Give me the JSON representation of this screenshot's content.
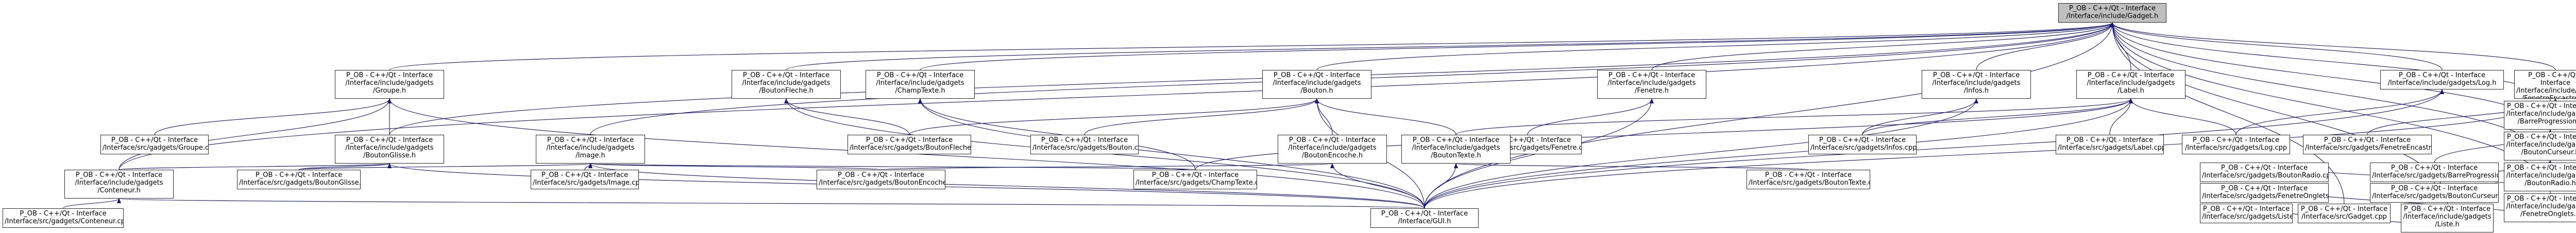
{
  "colors": {
    "edge": "#191970",
    "node_border": "#2b2b2b",
    "root_fill": "#bfbfbf",
    "node_fill": "#ffffff"
  },
  "nodes": [
    {
      "id": "gadget_h",
      "label": "P_OB - C++/Qt - Interface\n/Interface/include/Gadget.h",
      "root": true
    },
    {
      "id": "groupe_h",
      "label": "P_OB - C++/Qt - Interface\n/Interface/include/gadgets\n/Groupe.h"
    },
    {
      "id": "boutonfleche_h",
      "label": "P_OB - C++/Qt - Interface\n/Interface/include/gadgets\n/BoutonFleche.h"
    },
    {
      "id": "champtexte_h",
      "label": "P_OB - C++/Qt - Interface\n/Interface/include/gadgets\n/ChampTexte.h"
    },
    {
      "id": "bouton_h",
      "label": "P_OB - C++/Qt - Interface\n/Interface/include/gadgets\n/Bouton.h"
    },
    {
      "id": "fenetre_h",
      "label": "P_OB - C++/Qt - Interface\n/Interface/include/gadgets\n/Fenetre.h"
    },
    {
      "id": "infos_h",
      "label": "P_OB - C++/Qt - Interface\n/Interface/include/gadgets\n/Infos.h"
    },
    {
      "id": "label_h",
      "label": "P_OB - C++/Qt - Interface\n/Interface/include/gadgets\n/Label.h"
    },
    {
      "id": "log_h",
      "label": "P_OB - C++/Qt - Interface\n/Interface/include/gadgets/Log.h"
    },
    {
      "id": "fenetreencastree_h",
      "label": "P_OB - C++/Qt - Interface\n/Interface/include/gadgets\n/FenetreEncastree.h"
    },
    {
      "id": "barreprogression_h",
      "label": "P_OB - C++/Qt - Interface\n/Interface/include/gadgets\n/BarreProgression.h"
    },
    {
      "id": "boutoncurseur_h",
      "label": "P_OB - C++/Qt - Interface\n/Interface/include/gadgets\n/BoutonCurseur.h"
    },
    {
      "id": "boutonradio_h",
      "label": "P_OB - C++/Qt - Interface\n/Interface/include/gadgets\n/BoutonRadio.h"
    },
    {
      "id": "fenetreonglets_h",
      "label": "P_OB - C++/Qt - Interface\n/Interface/include/gadgets\n/FenetreOnglets.h"
    },
    {
      "id": "liste_h",
      "label": "P_OB - C++/Qt - Interface\n/Interface/include/gadgets\n/Liste.h"
    },
    {
      "id": "gadget_cpp",
      "label": "P_OB - C++/Qt - Interface\n/Interface/src/Gadget.cpp"
    },
    {
      "id": "groupe_cpp",
      "label": "P_OB - C++/Qt - Interface\n/Interface/src/gadgets/Groupe.cpp"
    },
    {
      "id": "boutonglisse_h",
      "label": "P_OB - C++/Qt - Interface\n/Interface/include/gadgets\n/BoutonGlisse.h"
    },
    {
      "id": "image_h",
      "label": "P_OB - C++/Qt - Interface\n/Interface/include/gadgets\n/Image.h"
    },
    {
      "id": "boutonfleche_cpp",
      "label": "P_OB - C++/Qt - Interface\n/Interface/src/gadgets/BoutonFleche.cpp"
    },
    {
      "id": "bouton_cpp",
      "label": "P_OB - C++/Qt - Interface\n/Interface/src/gadgets/Bouton.cpp"
    },
    {
      "id": "boutonencoche_h",
      "label": "P_OB - C++/Qt - Interface\n/Interface/include/gadgets\n/BoutonEncoche.h"
    },
    {
      "id": "fenetre_cpp",
      "label": "P_OB - C++/Qt - Interface\n/Interface/src/gadgets/Fenetre.cpp"
    },
    {
      "id": "infos_cpp",
      "label": "P_OB - C++/Qt - Interface\n/Interface/src/gadgets/Infos.cpp"
    },
    {
      "id": "label_cpp",
      "label": "P_OB - C++/Qt - Interface\n/Interface/src/gadgets/Label.cpp"
    },
    {
      "id": "log_cpp",
      "label": "P_OB - C++/Qt - Interface\n/Interface/src/gadgets/Log.cpp"
    },
    {
      "id": "fenetreencastree_cpp",
      "label": "P_OB - C++/Qt - Interface\n/Interface/src/gadgets/FenetreEncastree.cpp"
    },
    {
      "id": "barreprogression_cpp",
      "label": "P_OB - C++/Qt - Interface\n/Interface/src/gadgets/BarreProgression.cpp"
    },
    {
      "id": "boutoncurseur_cpp",
      "label": "P_OB - C++/Qt - Interface\n/Interface/src/gadgets/BoutonCurseur.cpp"
    },
    {
      "id": "boutonradio_cpp",
      "label": "P_OB - C++/Qt - Interface\n/Interface/src/gadgets/BoutonRadio.cpp"
    },
    {
      "id": "fenetreonglets_cpp",
      "label": "P_OB - C++/Qt - Interface\n/Interface/src/gadgets/FenetreOnglets.cpp"
    },
    {
      "id": "liste_cpp",
      "label": "P_OB - C++/Qt - Interface\n/Interface/src/gadgets/Liste.cpp"
    },
    {
      "id": "conteneur_h",
      "label": "P_OB - C++/Qt - Interface\n/Interface/include/gadgets\n/Conteneur.h"
    },
    {
      "id": "boutonglisse_cpp",
      "label": "P_OB - C++/Qt - Interface\n/Interface/src/gadgets/BoutonGlisse.cpp"
    },
    {
      "id": "image_cpp",
      "label": "P_OB - C++/Qt - Interface\n/Interface/src/gadgets/Image.cpp"
    },
    {
      "id": "boutonencoche_cpp",
      "label": "P_OB - C++/Qt - Interface\n/Interface/src/gadgets/BoutonEncoche.cpp"
    },
    {
      "id": "champtexte_cpp",
      "label": "P_OB - C++/Qt - Interface\n/Interface/src/gadgets/ChampTexte.cpp"
    },
    {
      "id": "boutontexte_h",
      "label": "P_OB - C++/Qt - Interface\n/Interface/include/gadgets\n/BoutonTexte.h"
    },
    {
      "id": "boutontexte_cpp",
      "label": "P_OB - C++/Qt - Interface\n/Interface/src/gadgets/BoutonTexte.cpp"
    },
    {
      "id": "conteneur_cpp",
      "label": "P_OB - C++/Qt - Interface\n/Interface/src/gadgets/Conteneur.cpp"
    },
    {
      "id": "gui_h",
      "label": "P_OB - C++/Qt - Interface\n/Interface/GUI.h"
    }
  ],
  "edges": [
    [
      "groupe_h",
      "gadget_h"
    ],
    [
      "boutonfleche_h",
      "gadget_h"
    ],
    [
      "champtexte_h",
      "gadget_h"
    ],
    [
      "bouton_h",
      "gadget_h"
    ],
    [
      "fenetre_h",
      "gadget_h"
    ],
    [
      "infos_h",
      "gadget_h"
    ],
    [
      "label_h",
      "gadget_h"
    ],
    [
      "log_h",
      "gadget_h"
    ],
    [
      "fenetreencastree_h",
      "gadget_h"
    ],
    [
      "barreprogression_h",
      "gadget_h"
    ],
    [
      "boutoncurseur_h",
      "gadget_h"
    ],
    [
      "boutonradio_h",
      "gadget_h"
    ],
    [
      "fenetreonglets_h",
      "gadget_h"
    ],
    [
      "liste_h",
      "gadget_h"
    ],
    [
      "gadget_cpp",
      "gadget_h"
    ],
    [
      "conteneur_h",
      "gadget_h"
    ],
    [
      "boutonglisse_h",
      "gadget_h"
    ],
    [
      "image_h",
      "gadget_h"
    ],
    [
      "gui_h",
      "gadget_h"
    ],
    [
      "groupe_cpp",
      "groupe_h"
    ],
    [
      "boutonglisse_h",
      "groupe_h"
    ],
    [
      "conteneur_h",
      "groupe_h"
    ],
    [
      "gui_h",
      "groupe_h"
    ],
    [
      "boutonfleche_cpp",
      "boutonfleche_h"
    ],
    [
      "gui_h",
      "boutonfleche_h"
    ],
    [
      "champtexte_cpp",
      "champtexte_h"
    ],
    [
      "gui_h",
      "champtexte_h"
    ],
    [
      "bouton_cpp",
      "bouton_h"
    ],
    [
      "boutonencoche_h",
      "bouton_h"
    ],
    [
      "boutonfleche_cpp",
      "bouton_h"
    ],
    [
      "boutontexte_h",
      "bouton_h"
    ],
    [
      "gui_h",
      "bouton_h"
    ],
    [
      "fenetre_cpp",
      "fenetre_h"
    ],
    [
      "gui_h",
      "fenetre_h"
    ],
    [
      "infos_cpp",
      "infos_h"
    ],
    [
      "gui_h",
      "infos_h"
    ],
    [
      "label_cpp",
      "label_h"
    ],
    [
      "log_cpp",
      "label_h"
    ],
    [
      "boutontexte_h",
      "label_h"
    ],
    [
      "champtexte_cpp",
      "label_h"
    ],
    [
      "infos_cpp",
      "label_h"
    ],
    [
      "gui_h",
      "label_h"
    ],
    [
      "log_cpp",
      "log_h"
    ],
    [
      "gui_h",
      "log_h"
    ],
    [
      "fenetreencastree_cpp",
      "fenetreencastree_h"
    ],
    [
      "gui_h",
      "fenetreencastree_h"
    ],
    [
      "barreprogression_cpp",
      "barreprogression_h"
    ],
    [
      "boutoncurseur_cpp",
      "boutoncurseur_h"
    ],
    [
      "boutonradio_cpp",
      "boutonradio_h"
    ],
    [
      "fenetreonglets_cpp",
      "fenetreonglets_h"
    ],
    [
      "liste_cpp",
      "liste_h"
    ],
    [
      "boutonglisse_cpp",
      "boutonglisse_h"
    ],
    [
      "conteneur_h",
      "boutonglisse_h"
    ],
    [
      "gui_h",
      "boutonglisse_h"
    ],
    [
      "image_cpp",
      "image_h"
    ],
    [
      "boutonglisse_cpp",
      "image_h"
    ],
    [
      "boutonencoche_cpp",
      "image_h"
    ],
    [
      "champtexte_cpp",
      "image_h"
    ],
    [
      "gui_h",
      "image_h"
    ],
    [
      "boutonencoche_cpp",
      "boutonencoche_h"
    ],
    [
      "gui_h",
      "boutonencoche_h"
    ],
    [
      "boutontexte_cpp",
      "boutontexte_h"
    ],
    [
      "gui_h",
      "boutontexte_h"
    ],
    [
      "conteneur_cpp",
      "conteneur_h"
    ],
    [
      "gui_h",
      "conteneur_h"
    ]
  ]
}
